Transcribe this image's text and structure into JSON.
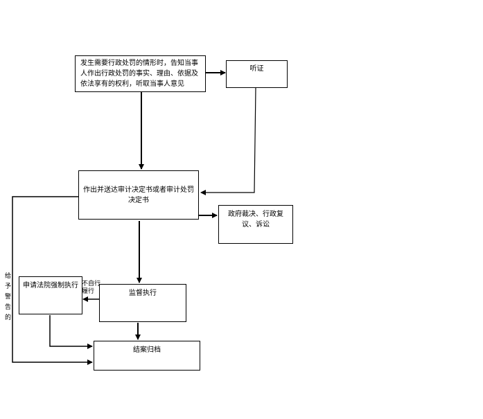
{
  "nodes": {
    "notify": "发生需要行政处罚的情形时，告知当事人作出行政处罚的事实、理由、依据及依法享有的权利，听取当事人意见",
    "hearing": "听证",
    "decision": "作出并送达审计决定书或者审计处罚决定书",
    "appeal": "政府裁决、行政复议、诉讼",
    "enforce_court": "申请法院强制执行",
    "supervise": "监督执行",
    "archive": "结案归档"
  },
  "edge_labels": {
    "not_self_execute": "不自行履行",
    "warning": "给予警告的"
  }
}
